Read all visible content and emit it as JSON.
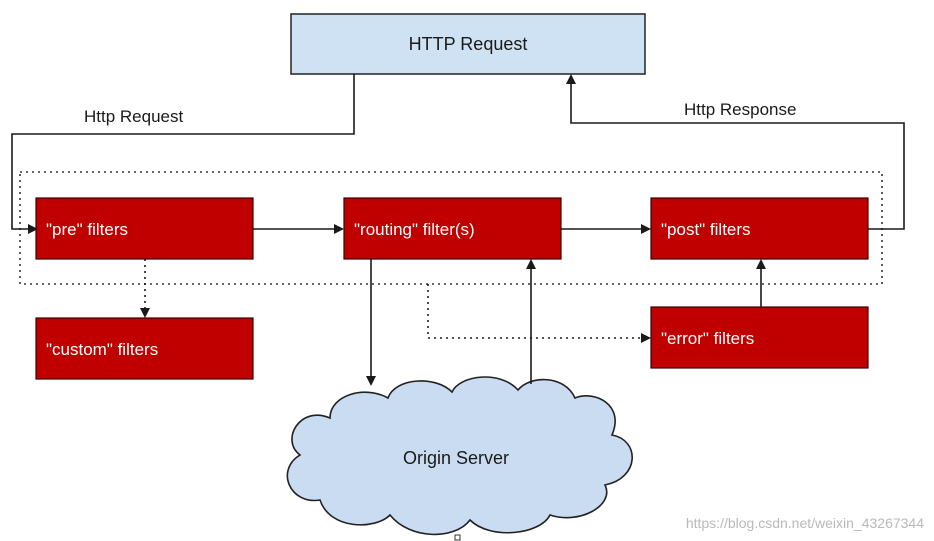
{
  "diagram": {
    "top_box": {
      "label": "HTTP Request"
    },
    "edges": {
      "request_label": "Http Request",
      "response_label": "Http Response"
    },
    "filters": {
      "pre": "\"pre\" filters",
      "routing": "\"routing\" filter(s)",
      "post": "\"post\" filters",
      "custom": "\"custom\" filters",
      "error": "\"error\" filters"
    },
    "origin": {
      "label": "Origin Server"
    },
    "watermark": "https://blog.csdn.net/weixin_43267344"
  },
  "colors": {
    "filter_fill": "#c00000",
    "filter_stroke": "#3a0000",
    "request_fill": "#cfe2f3",
    "cloud_fill": "#c9dcf1",
    "line": "#1a1a1a"
  }
}
